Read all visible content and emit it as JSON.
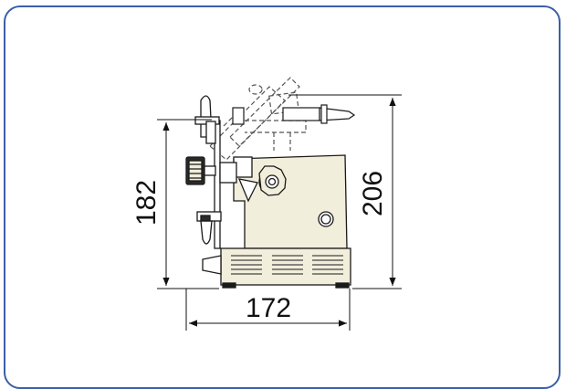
{
  "figure": {
    "colors": {
      "frame": "#3b5fa8",
      "body": "#f2eedc",
      "line": "#1a1a1a",
      "ghost": "#555555"
    },
    "dimensions": {
      "width": "172",
      "height_front": "182",
      "height_total": "206"
    }
  }
}
